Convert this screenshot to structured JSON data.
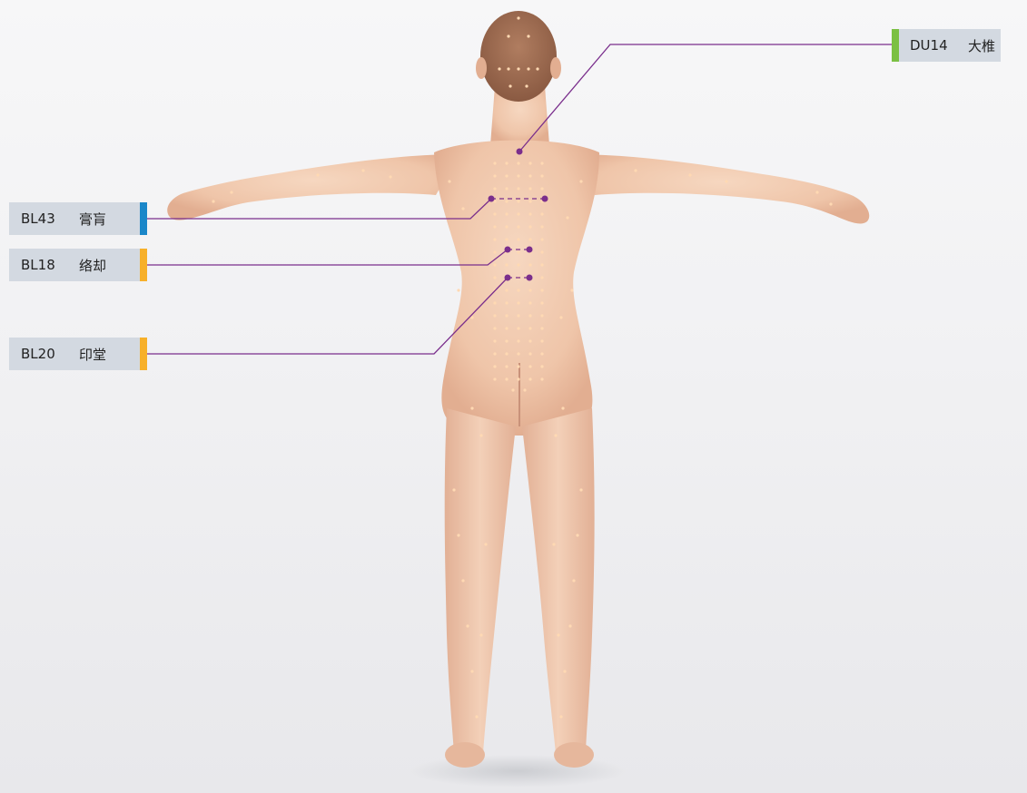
{
  "labels": [
    {
      "id": "du14",
      "code": "DU14",
      "name": "大椎",
      "color": "#7bc043"
    },
    {
      "id": "bl43",
      "code": "BL43",
      "name": "膏肓",
      "color": "#1a87c9"
    },
    {
      "id": "bl18",
      "code": "BL18",
      "name": "络却",
      "color": "#f7b02a"
    },
    {
      "id": "bl20",
      "code": "BL20",
      "name": "印堂",
      "color": "#f7b02a"
    }
  ],
  "colors": {
    "leader_line": "#7a2e8c",
    "skin": "#f1c9ad",
    "hair": "#9a6a4f",
    "acupoint_dot": "#ffd9b3"
  }
}
